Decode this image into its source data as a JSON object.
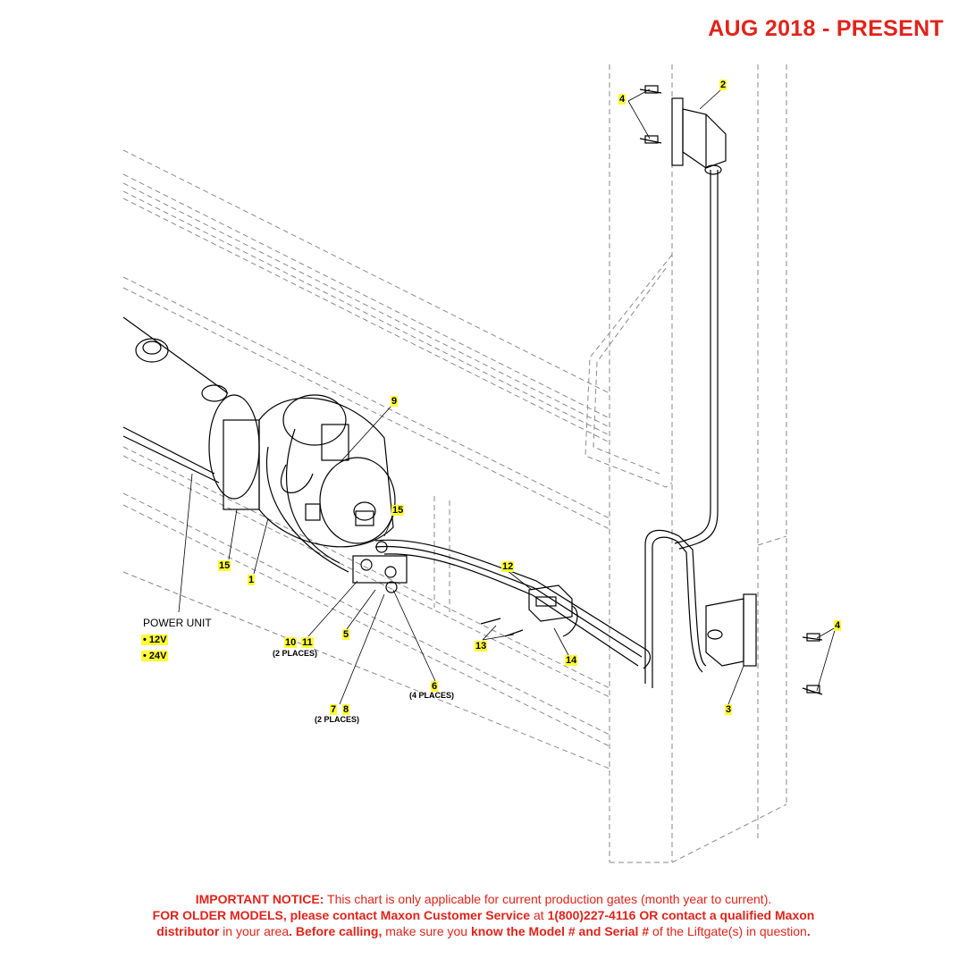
{
  "header": {
    "date_range": "AUG 2018 - PRESENT"
  },
  "callouts": [
    {
      "id": "c2",
      "text": "2"
    },
    {
      "id": "c4a",
      "text": "4"
    },
    {
      "id": "c9",
      "text": "9"
    },
    {
      "id": "c15a",
      "text": "15"
    },
    {
      "id": "c15b",
      "text": "15"
    },
    {
      "id": "c1",
      "text": "1"
    },
    {
      "id": "c12",
      "text": "12"
    },
    {
      "id": "c13",
      "text": "13"
    },
    {
      "id": "c14",
      "text": "14"
    },
    {
      "id": "c4b",
      "text": "4"
    },
    {
      "id": "c3",
      "text": "3"
    },
    {
      "id": "c5",
      "text": "5"
    },
    {
      "id": "c10",
      "text": "10"
    },
    {
      "id": "c11",
      "text": "11"
    },
    {
      "id": "c6",
      "text": "6"
    },
    {
      "id": "c7",
      "text": "7"
    },
    {
      "id": "c8",
      "text": "8"
    }
  ],
  "sublabels": {
    "c10_11": "(2 PLACES)",
    "c6": "(4 PLACES)",
    "c7_8": "(2 PLACES)"
  },
  "power_unit": {
    "title": "POWER UNIT",
    "options": [
      "•    12V",
      "•    24V"
    ]
  },
  "notice": {
    "l1_bold": "IMPORTANT NOTICE:",
    "l1_rest": " This chart is only applicable for current production gates (month year to current).",
    "l2_bold1": "FOR OLDER MODELS, please contact Maxon Customer Service",
    "l2_mid": " at ",
    "l2_bold2": "1(800)227-4116 OR contact a qualified Maxon",
    "l3_bold1": "distributor",
    "l3_mid1": " in your area",
    "l3_bold2": ". Before calling,",
    "l3_mid2": " make sure you ",
    "l3_bold3": "know the Model # and Serial #",
    "l3_mid3": " of the Liftgate(s) in question",
    "l3_end": "."
  },
  "colors": {
    "accent_red": "#e2231a",
    "highlight_yellow": "#ffff33",
    "line": "#000000",
    "dashed": "#8a8a8a"
  }
}
